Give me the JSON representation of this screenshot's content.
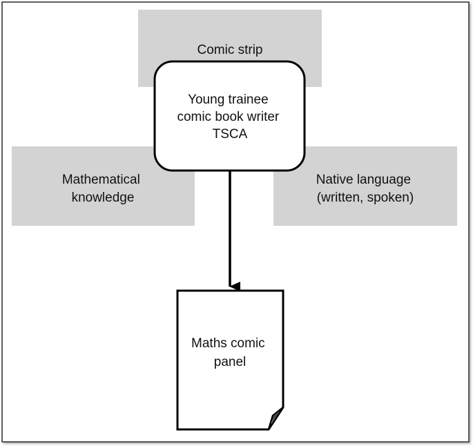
{
  "colors": {
    "background": "#ffffff",
    "context_box_fill": "#d3d3d3",
    "stroke": "#000000",
    "text": "#111111",
    "frame_shadow": "#9a9a9a"
  },
  "nodes": {
    "comic_strip": {
      "label": "Comic strip"
    },
    "writer": {
      "lines": [
        "Young trainee",
        "comic book writer",
        "TSCA"
      ]
    },
    "math_knowledge": {
      "lines": [
        "Mathematical",
        "knowledge"
      ]
    },
    "native_language": {
      "lines": [
        "Native language",
        "(written, spoken)"
      ]
    },
    "output_document": {
      "lines": [
        "Maths comic",
        "panel"
      ]
    }
  }
}
